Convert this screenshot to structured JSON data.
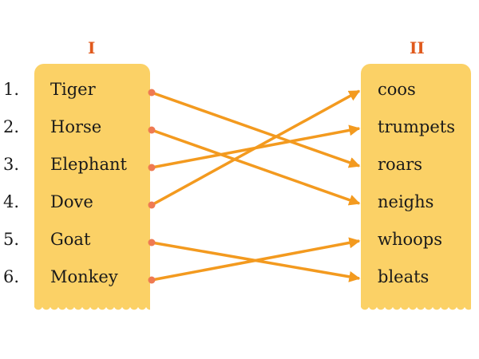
{
  "headings": {
    "left": "I",
    "right": "II"
  },
  "rows": [
    {
      "number": "1.",
      "animal": "Tiger",
      "sound": "coos"
    },
    {
      "number": "2.",
      "animal": "Horse",
      "sound": "trumpets"
    },
    {
      "number": "3.",
      "animal": "Elephant",
      "sound": "roars"
    },
    {
      "number": "4.",
      "animal": "Dove",
      "sound": "neighs"
    },
    {
      "number": "5.",
      "animal": "Goat",
      "sound": "whoops"
    },
    {
      "number": "6.",
      "animal": "Monkey",
      "sound": "bleats"
    }
  ],
  "matches": [
    {
      "animal": "Tiger",
      "sound": "roars"
    },
    {
      "animal": "Horse",
      "sound": "neighs"
    },
    {
      "animal": "Elephant",
      "sound": "trumpets"
    },
    {
      "animal": "Dove",
      "sound": "coos"
    },
    {
      "animal": "Goat",
      "sound": "bleats"
    },
    {
      "animal": "Monkey",
      "sound": "whoops"
    }
  ],
  "colors": {
    "panel": "#fbd166",
    "heading": "#e0591c",
    "arrow": "#f39a1f",
    "dot": "#ef7a52"
  }
}
